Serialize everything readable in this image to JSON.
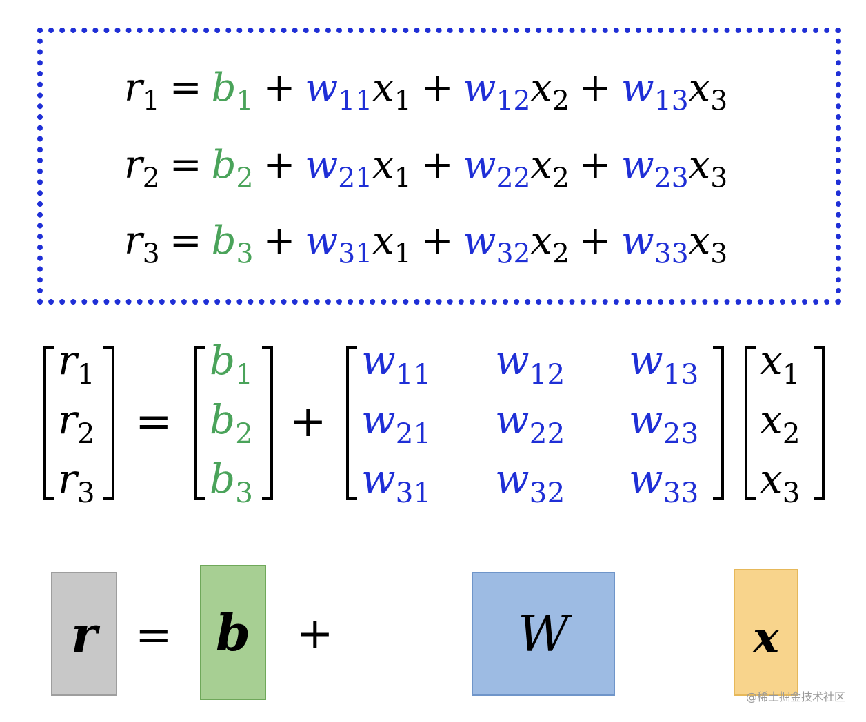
{
  "equations": [
    {
      "r": "r",
      "ri": "1",
      "b": "b",
      "bi": "1",
      "terms": [
        {
          "w": "w",
          "wi": "11",
          "x": "x",
          "xi": "1"
        },
        {
          "w": "w",
          "wi": "12",
          "x": "x",
          "xi": "2"
        },
        {
          "w": "w",
          "wi": "13",
          "x": "x",
          "xi": "3"
        }
      ]
    },
    {
      "r": "r",
      "ri": "2",
      "b": "b",
      "bi": "2",
      "terms": [
        {
          "w": "w",
          "wi": "21",
          "x": "x",
          "xi": "1"
        },
        {
          "w": "w",
          "wi": "22",
          "x": "x",
          "xi": "2"
        },
        {
          "w": "w",
          "wi": "23",
          "x": "x",
          "xi": "3"
        }
      ]
    },
    {
      "r": "r",
      "ri": "3",
      "b": "b",
      "bi": "3",
      "terms": [
        {
          "w": "w",
          "wi": "31",
          "x": "x",
          "xi": "1"
        },
        {
          "w": "w",
          "wi": "32",
          "x": "x",
          "xi": "2"
        },
        {
          "w": "w",
          "wi": "33",
          "x": "x",
          "xi": "3"
        }
      ]
    }
  ],
  "operators": {
    "equals": "=",
    "plus": "+"
  },
  "matrix": {
    "r": [
      {
        "s": "r",
        "i": "1"
      },
      {
        "s": "r",
        "i": "2"
      },
      {
        "s": "r",
        "i": "3"
      }
    ],
    "b": [
      {
        "s": "b",
        "i": "1"
      },
      {
        "s": "b",
        "i": "2"
      },
      {
        "s": "b",
        "i": "3"
      }
    ],
    "w": [
      [
        {
          "s": "w",
          "i": "11"
        },
        {
          "s": "w",
          "i": "12"
        },
        {
          "s": "w",
          "i": "13"
        }
      ],
      [
        {
          "s": "w",
          "i": "21"
        },
        {
          "s": "w",
          "i": "22"
        },
        {
          "s": "w",
          "i": "23"
        }
      ],
      [
        {
          "s": "w",
          "i": "31"
        },
        {
          "s": "w",
          "i": "32"
        },
        {
          "s": "w",
          "i": "33"
        }
      ]
    ],
    "x": [
      {
        "s": "x",
        "i": "1"
      },
      {
        "s": "x",
        "i": "2"
      },
      {
        "s": "x",
        "i": "3"
      }
    ]
  },
  "boxes": {
    "r": {
      "label": "r",
      "fill": "#c8c8c8",
      "border": "#9e9e9e"
    },
    "b": {
      "label": "b",
      "fill": "#a7cf93",
      "border": "#6fa85a"
    },
    "W": {
      "label": "W",
      "fill": "#9dbbe3",
      "border": "#6f95c9"
    },
    "x": {
      "label": "x",
      "fill": "#f8d48c",
      "border": "#e6b85a"
    }
  },
  "colors": {
    "bias": "#4aa35a",
    "weight": "#1f2fd6",
    "frame": "#1f2fd6"
  },
  "watermark": "@稀土掘金技术社区"
}
